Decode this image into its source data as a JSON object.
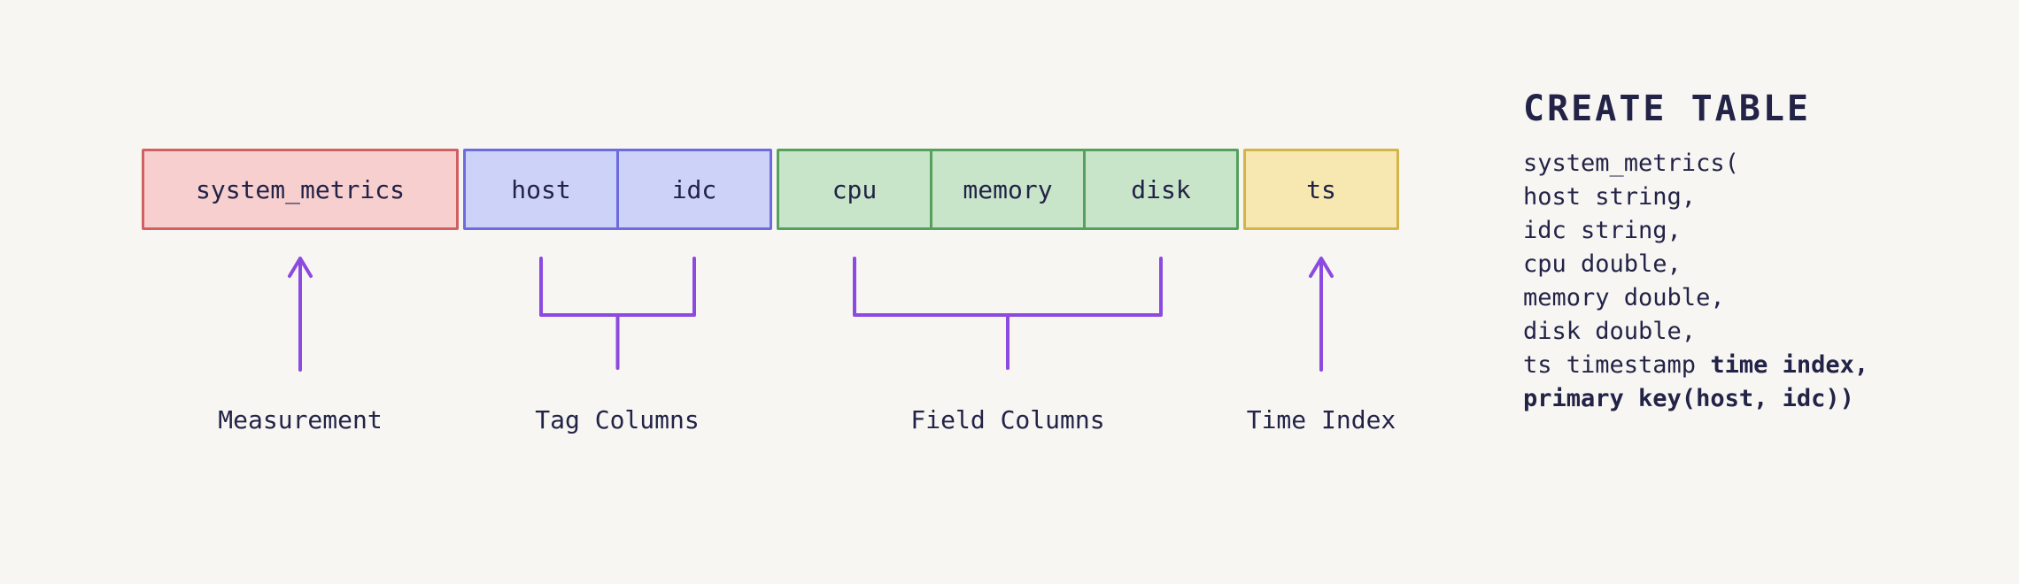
{
  "colors": {
    "bg": "#f7f6f3",
    "text": "#232347",
    "arrow": "#8c4ae0",
    "measurement-fill": "#f7cfcf",
    "measurement-stroke": "#d16161",
    "tag-fill": "#cdd2f8",
    "tag-stroke": "#6e6bdc",
    "field-fill": "#c8e5ca",
    "field-stroke": "#55a05c",
    "time-fill": "#f6e8b0",
    "time-stroke": "#d3b54a"
  },
  "table": {
    "measurement": "system_metrics",
    "tags": [
      "host",
      "idc"
    ],
    "fields": [
      "cpu",
      "memory",
      "disk"
    ],
    "time": "ts"
  },
  "annotations": {
    "measurement": "Measurement",
    "tags": "Tag Columns",
    "fields": "Field Columns",
    "time": "Time Index"
  },
  "sql": {
    "title": "CREATE TABLE",
    "line_table": "system_metrics(",
    "line_host": "host string,",
    "line_idc": "idc string,",
    "line_cpu": "cpu double,",
    "line_memory": "memory double,",
    "line_disk": "disk double,",
    "line_ts_normal": "ts timestamp ",
    "line_ts_bold": "time index,",
    "line_pk_bold": "primary key(host, idc))"
  }
}
